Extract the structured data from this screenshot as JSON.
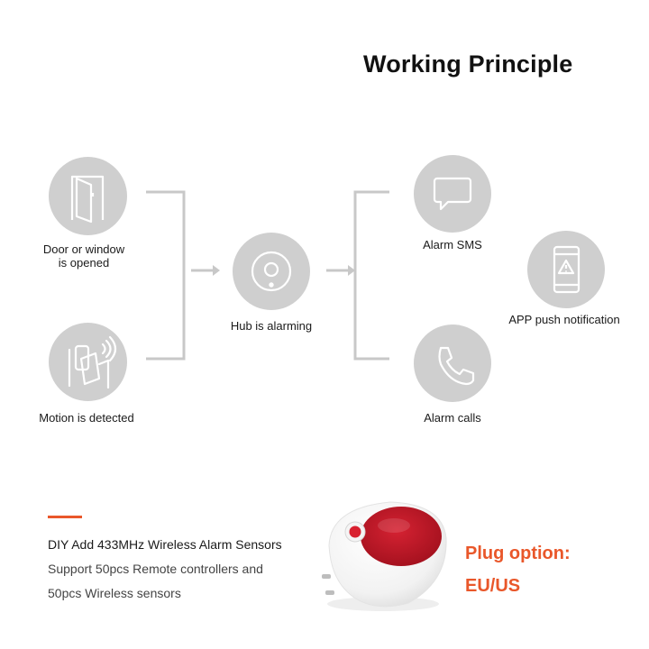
{
  "title": "Working Principle",
  "nodes": {
    "door": {
      "label_line1": "Door or window",
      "label_line2": "is opened",
      "icon": "door-icon"
    },
    "motion": {
      "label": "Motion is detected",
      "icon": "motion-sensor-icon"
    },
    "hub": {
      "label": "Hub is alarming",
      "icon": "hub-icon"
    },
    "sms": {
      "label": "Alarm SMS",
      "icon": "message-icon"
    },
    "calls": {
      "label": "Alarm calls",
      "icon": "phone-icon"
    },
    "app": {
      "label": "APP push notification",
      "icon": "phone-warning-icon"
    }
  },
  "features": {
    "title": "DIY Add 433MHz Wireless Alarm Sensors",
    "line1": "Support 50pcs Remote controllers and",
    "line2": "50pcs Wireless sensors"
  },
  "plug": {
    "label": "Plug option:",
    "value": "EU/US"
  },
  "colors": {
    "node_fill": "#cfcfcf",
    "accent": "#e9572a",
    "device_red": "#c0182a"
  }
}
